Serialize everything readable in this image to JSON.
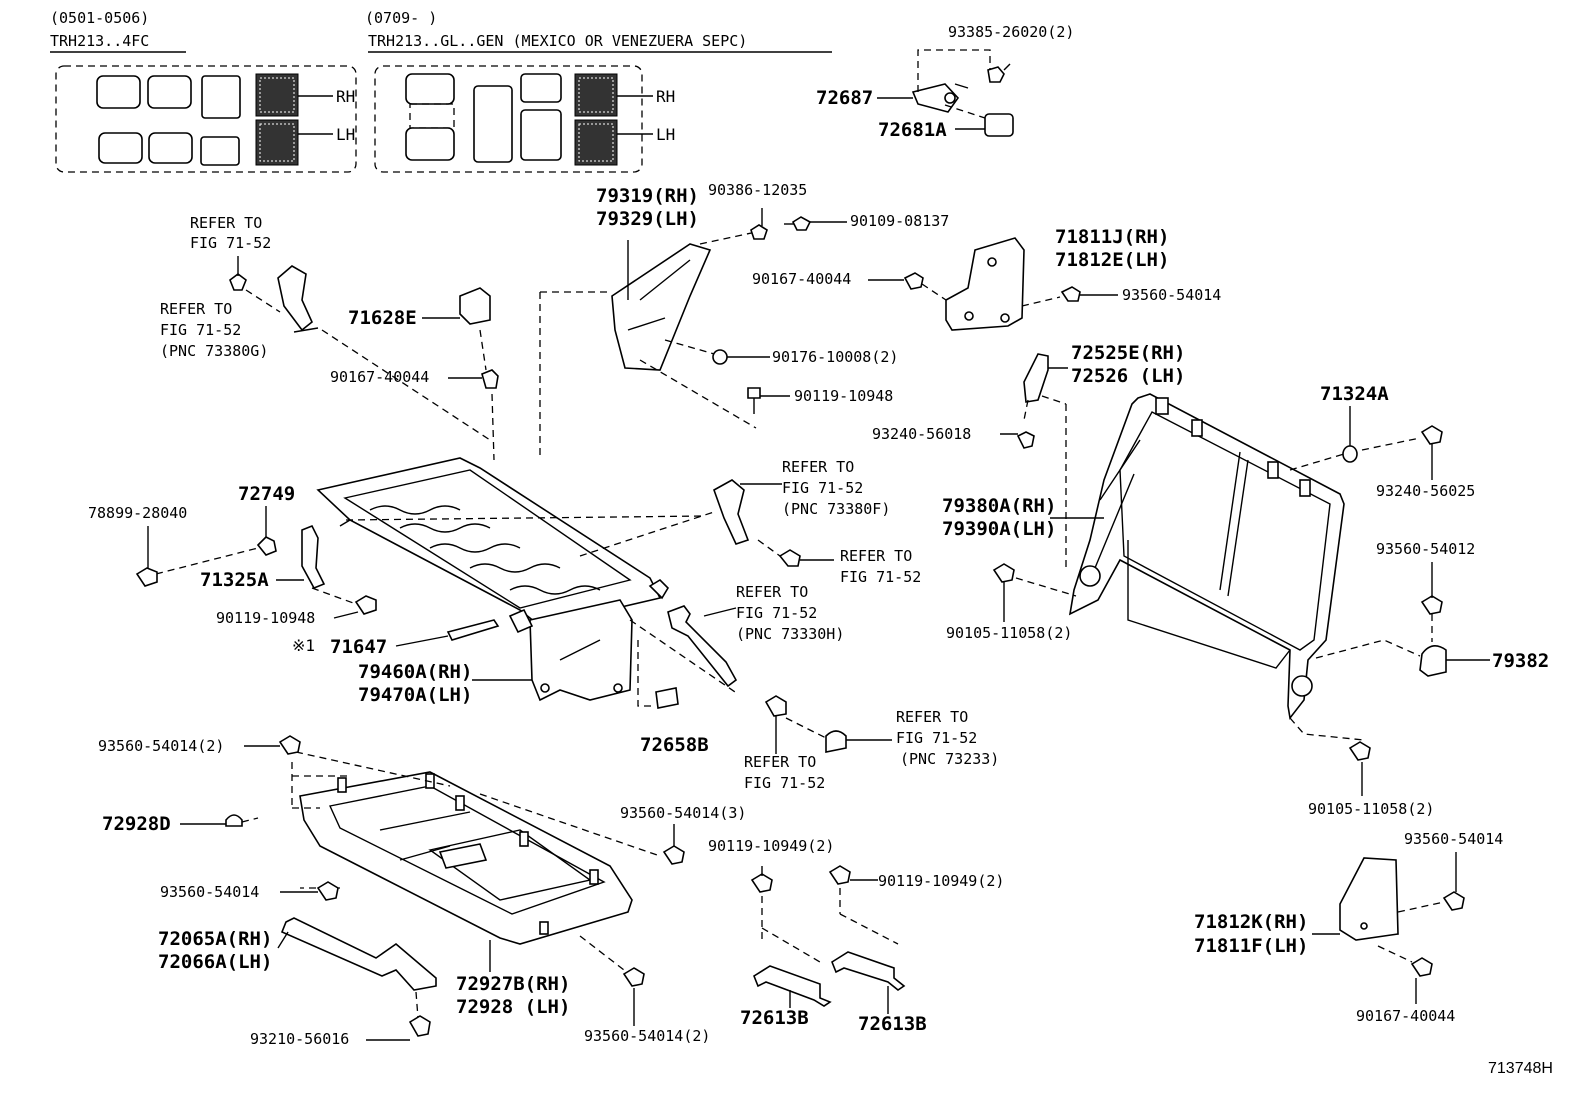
{
  "header": {
    "left_date": "(0501-0506)",
    "left_model": "TRH213..4FC",
    "right_date": "(0709-    )",
    "right_model": "TRH213..GL..GEN (MEXICO OR VENEZUERA SEPC)",
    "rh": "RH",
    "lh": "LH",
    "rh2": "RH",
    "lh2": "LH"
  },
  "labels": {
    "p93385": "93385-26020(2)",
    "p72687": "72687",
    "p72681A": "72681A",
    "p79319": "79319(RH)",
    "p79329": "79329(LH)",
    "p90386": "90386-12035",
    "p90109": "90109-08137",
    "p71811J": "71811J(RH)",
    "p71812E": "71812E(LH)",
    "p90167a": "90167-40044",
    "p93560a": "93560-54014",
    "p90176": "90176-10008(2)",
    "p90119a": "90119-10948",
    "p72525E": "72525E(RH)",
    "p72526": "72526 (LH)",
    "p71324A": "71324A",
    "p93240a": "93240-56018",
    "p93240b": "93240-56025",
    "ref1a": "REFER TO",
    "ref1b": "FIG 71-52",
    "ref2a": "REFER TO",
    "ref2b": "FIG 71-52",
    "ref2c": "(PNC 73380G)",
    "p71628E": "71628E",
    "p90167b": "90167-40044",
    "p72749": "72749",
    "p78899": "78899-28040",
    "p71325A": "71325A",
    "p90119b": "90119-10948",
    "mark": "※1",
    "p71647": "71647",
    "p79460A": "79460A(RH)",
    "p79470A": "79470A(LH)",
    "ref3a": "REFER TO",
    "ref3b": "FIG 71-52",
    "ref3c": "(PNC 73380F)",
    "ref4a": "REFER TO",
    "ref4b": "FIG 71-52",
    "ref5a": "REFER TO",
    "ref5b": "FIG 71-52",
    "ref5c": "(PNC 73330H)",
    "p79380A": "79380A(RH)",
    "p79390A": "79390A(LH)",
    "p90105a": "90105-11058(2)",
    "p93560b": "93560-54012",
    "p79382": "79382",
    "p72658B": "72658B",
    "ref6a": "REFER TO",
    "ref6b": "FIG 71-52",
    "ref7a": "REFER TO",
    "ref7b": "FIG 71-52",
    "ref7c": "(PNC 73233)",
    "p93560c": "93560-54014(2)",
    "p72928D": "72928D",
    "p93560d": "93560-54014(3)",
    "p93560e": "93560-54014",
    "p72065A": "72065A(RH)",
    "p72066A": "72066A(LH)",
    "p72927B": "72927B(RH)",
    "p72928": "72928 (LH)",
    "p93210": "93210-56016",
    "p93560f": "93560-54014(2)",
    "p90119c": "90119-10949(2)",
    "p90119d": "90119-10949(2)",
    "p72613Ba": "72613B",
    "p72613Bb": "72613B",
    "p90105b": "90105-11058(2)",
    "p93560g": "93560-54014",
    "p71812K": "71812K(RH)",
    "p71811F": "71811F(LH)",
    "p90167c": "90167-40044",
    "figno": "713748H"
  }
}
